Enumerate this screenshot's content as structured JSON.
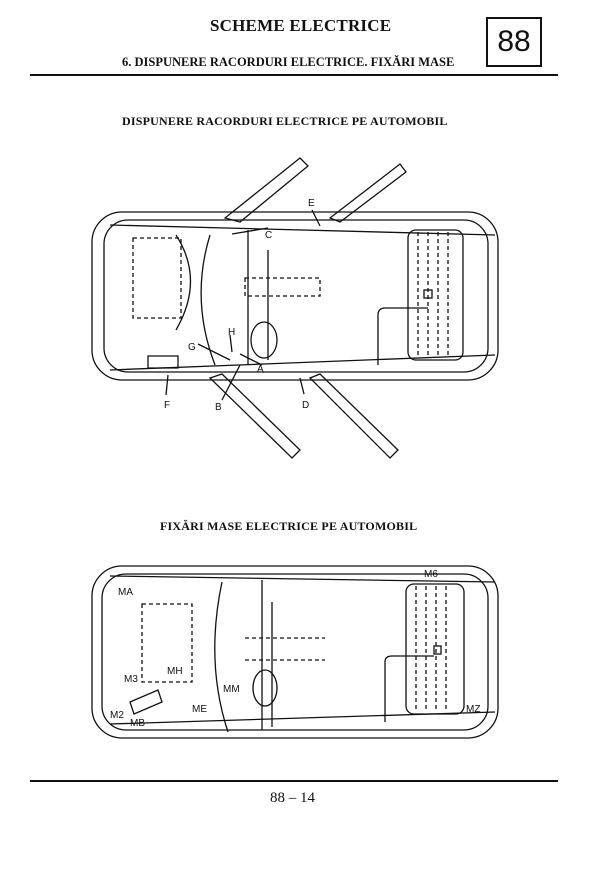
{
  "header": {
    "title": "SCHEME ELECTRICE",
    "section": "6. DISPUNERE  RACORDURI ELECTRICE. FIXĂRI MASE",
    "chapter_badge": "88"
  },
  "figures": [
    {
      "caption": "DISPUNERE  RACORDURI ELECTRICE PE AUTOMOBIL",
      "labels": [
        "A",
        "B",
        "C",
        "D",
        "E",
        "F",
        "G",
        "H"
      ]
    },
    {
      "caption": "FIXĂRI MASE  ELECTRICE  PE  AUTOMOBIL",
      "labels": [
        "MA",
        "M6",
        "MH",
        "M3",
        "M2",
        "MB",
        "ME",
        "MM",
        "MZ"
      ]
    }
  ],
  "footer": {
    "page_number": "88 – 14"
  }
}
